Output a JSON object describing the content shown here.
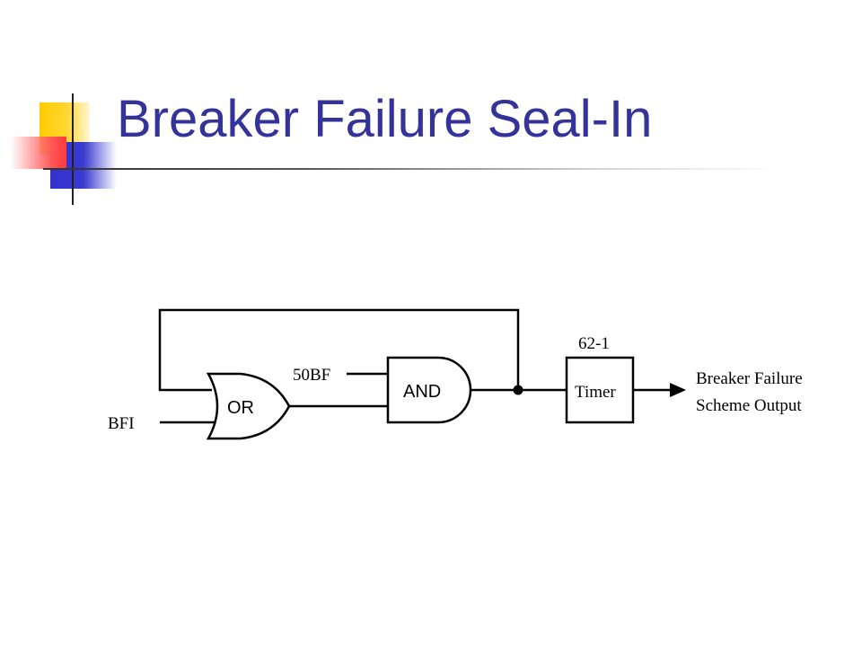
{
  "slide": {
    "title": "Breaker Failure Seal-In"
  },
  "diagram": {
    "inputs": {
      "bfi": "BFI",
      "bf50": "50BF"
    },
    "gates": {
      "or_label": "OR",
      "and_label": "AND"
    },
    "timer": {
      "device_number": "62-1",
      "label": "Timer"
    },
    "output": {
      "line1": "Breaker Failure",
      "line2": "Scheme Output"
    }
  }
}
